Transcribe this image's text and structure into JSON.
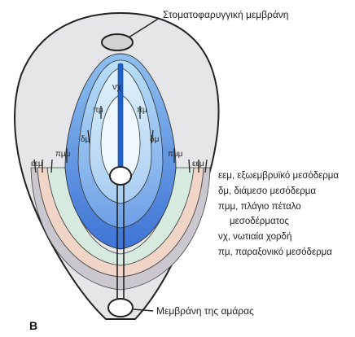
{
  "labels": {
    "oropharyngeal": "Στοματοφαρυγγική μεμβράνη",
    "cloacal": "Μεμβράνη της αμάρας",
    "panel": "B",
    "nx": "νχ",
    "pm": "πμ",
    "dm": "δμ",
    "ppm": "πμμ",
    "eem": "εεμ",
    "ppm_right": "πμμ",
    "eem_right": "εεμ"
  },
  "legend": [
    "εεμ, εξωεμβρυϊκό μεσόδερμα",
    "δμ, διάμεσο μεσόδερμα",
    "πμμ, πλάγιο πέταλο",
    "μεσοδέρματος",
    "νχ, νωτιαία χορδή",
    "πμ, παραξονικό μεσόδερμα"
  ],
  "colors": {
    "embryo_fill": "#e6e6e8",
    "outline": "#222222",
    "extraembryonic": "#c9c7cd",
    "lateral_plate": "#f1d6c8",
    "intermediate": "#d6eadf",
    "paraxial_outer": "#5a8ee0",
    "paraxial_mid": "#8eb9ef",
    "paraxial_inner": "#c4e1f7",
    "notochord": "#1f62c9",
    "node_area": "#eef8fd"
  }
}
